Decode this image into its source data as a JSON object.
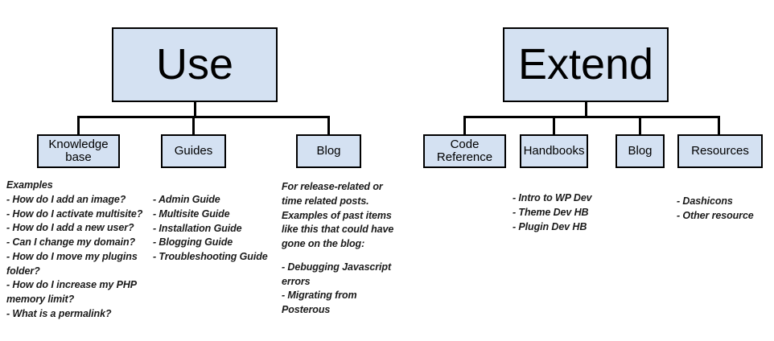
{
  "diagram": {
    "title": "Use and Extend information architecture tree",
    "colors": {
      "node_fill": "#d4e1f2",
      "node_border": "#000000",
      "text": "#000000",
      "background": "#ffffff"
    },
    "trees": [
      {
        "root": "Use",
        "children": [
          "Knowledge base",
          "Guides",
          "Blog"
        ]
      },
      {
        "root": "Extend",
        "children": [
          "Code Reference",
          "Handbooks",
          "Blog",
          "Resources"
        ]
      }
    ]
  },
  "nodes": {
    "use": "Use",
    "extend": "Extend",
    "knowledge_base": "Knowledge base",
    "guides": "Guides",
    "blog_left": "Blog",
    "code_reference": "Code Reference",
    "handbooks": "Handbooks",
    "blog_right": "Blog",
    "resources": "Resources"
  },
  "notes": {
    "knowledge_base": {
      "heading": "Examples",
      "items": [
        "- How do I add an image?",
        "- How do I activate multisite?",
        "- How do I add a new user?",
        "- Can I change my domain?",
        "- How do I move my plugins folder?",
        "- How do I increase my PHP memory limit?",
        "- What is a permalink?"
      ]
    },
    "guides": {
      "heading": "",
      "items": [
        "- Admin Guide",
        "- Multisite Guide",
        "- Installation Guide",
        "- Blogging Guide",
        "- Troubleshooting Guide"
      ]
    },
    "blog_left": {
      "heading": "For release-related or time related posts. Examples of past items like this that could have gone on the blog:",
      "items": [
        "- Debugging Javascript errors",
        "- Migrating from Posterous"
      ]
    },
    "handbooks": {
      "heading": "",
      "items": [
        "- Intro to WP Dev",
        "- Theme Dev HB",
        "- Plugin Dev HB"
      ]
    },
    "resources": {
      "heading": "",
      "items": [
        "- Dashicons",
        "- Other resource"
      ]
    }
  }
}
